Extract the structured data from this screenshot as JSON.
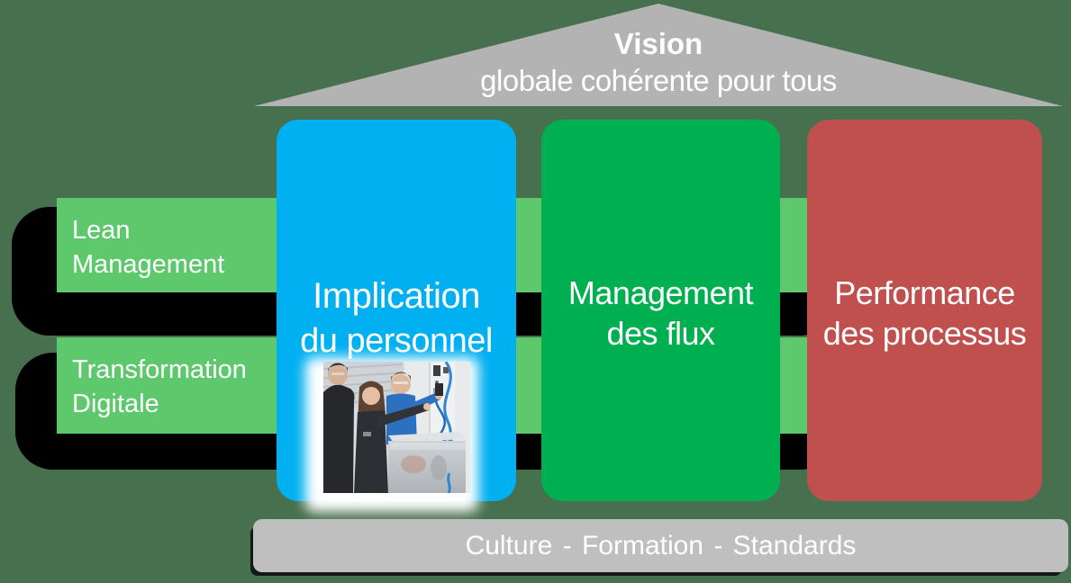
{
  "colors": {
    "background": "#47704F",
    "roof": "#B3B3B3",
    "side_bar": "#5DC96C",
    "bar_shadow": "#000000",
    "pillar_blue": "#00B0F0",
    "pillar_green": "#00B050",
    "pillar_red": "#C0504D",
    "foundation": "#BFBFBF",
    "text": "#FFFFFF"
  },
  "roof": {
    "title": "Vision",
    "subtitle": "globale cohérente pour tous"
  },
  "side_bars": [
    {
      "lines": [
        "Lean",
        "Management"
      ]
    },
    {
      "lines": [
        "Transformation",
        "Digitale"
      ]
    }
  ],
  "pillars": [
    {
      "lines": [
        "Implication",
        "du personnel"
      ]
    },
    {
      "lines": [
        "Management",
        "des flux"
      ]
    },
    {
      "lines": [
        "Performance",
        "des processus"
      ]
    }
  ],
  "foundation": {
    "label": "Culture - Formation - Standards"
  }
}
